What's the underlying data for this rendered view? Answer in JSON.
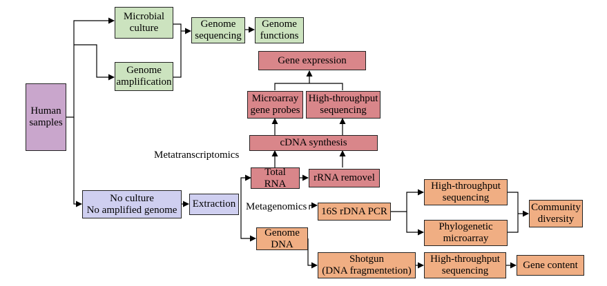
{
  "colors": {
    "purple": "#c9a6cc",
    "green": "#cce3bf",
    "red": "#d9868a",
    "blue": "#cfcff0",
    "orange": "#f0ae83",
    "line": "#000000"
  },
  "nodes": {
    "human_samples": "Human\nsamples",
    "microbial_culture": "Microbial\nculture",
    "genome_amplification": "Genome\namplification",
    "genome_sequencing": "Genome\nsequencing",
    "genome_functions": "Genome\nfunctions",
    "gene_expression": "Gene expression",
    "microarray_gene_probes": "Microarray\ngene probes",
    "high_throughput_sequencing_rna": "High-throughput\nsequencing",
    "cdna_synthesis": "cDNA synthesis",
    "total_rna": "Total\nRNA",
    "rrna_removal": "rRNA removel",
    "no_culture": "No culture\nNo amplified genome",
    "extraction": "Extraction",
    "rdna_pcr": "16S rDNA PCR",
    "high_throughput_sequencing_16s": "High-throughput\nsequencing",
    "phylogenetic_microarray": "Phylogenetic\nmicroarray",
    "community_diversity": "Community\ndiversity",
    "genome_dna": "Genome\nDNA",
    "shotgun": "Shotgun\n(DNA fragmentetion)",
    "high_throughput_sequencing_shotgun": "High-throughput\nsequencing",
    "gene_content": "Gene content"
  },
  "labels": {
    "metatranscriptomics": "Metatranscriptomics",
    "metagenomics": "Metagenomics"
  }
}
